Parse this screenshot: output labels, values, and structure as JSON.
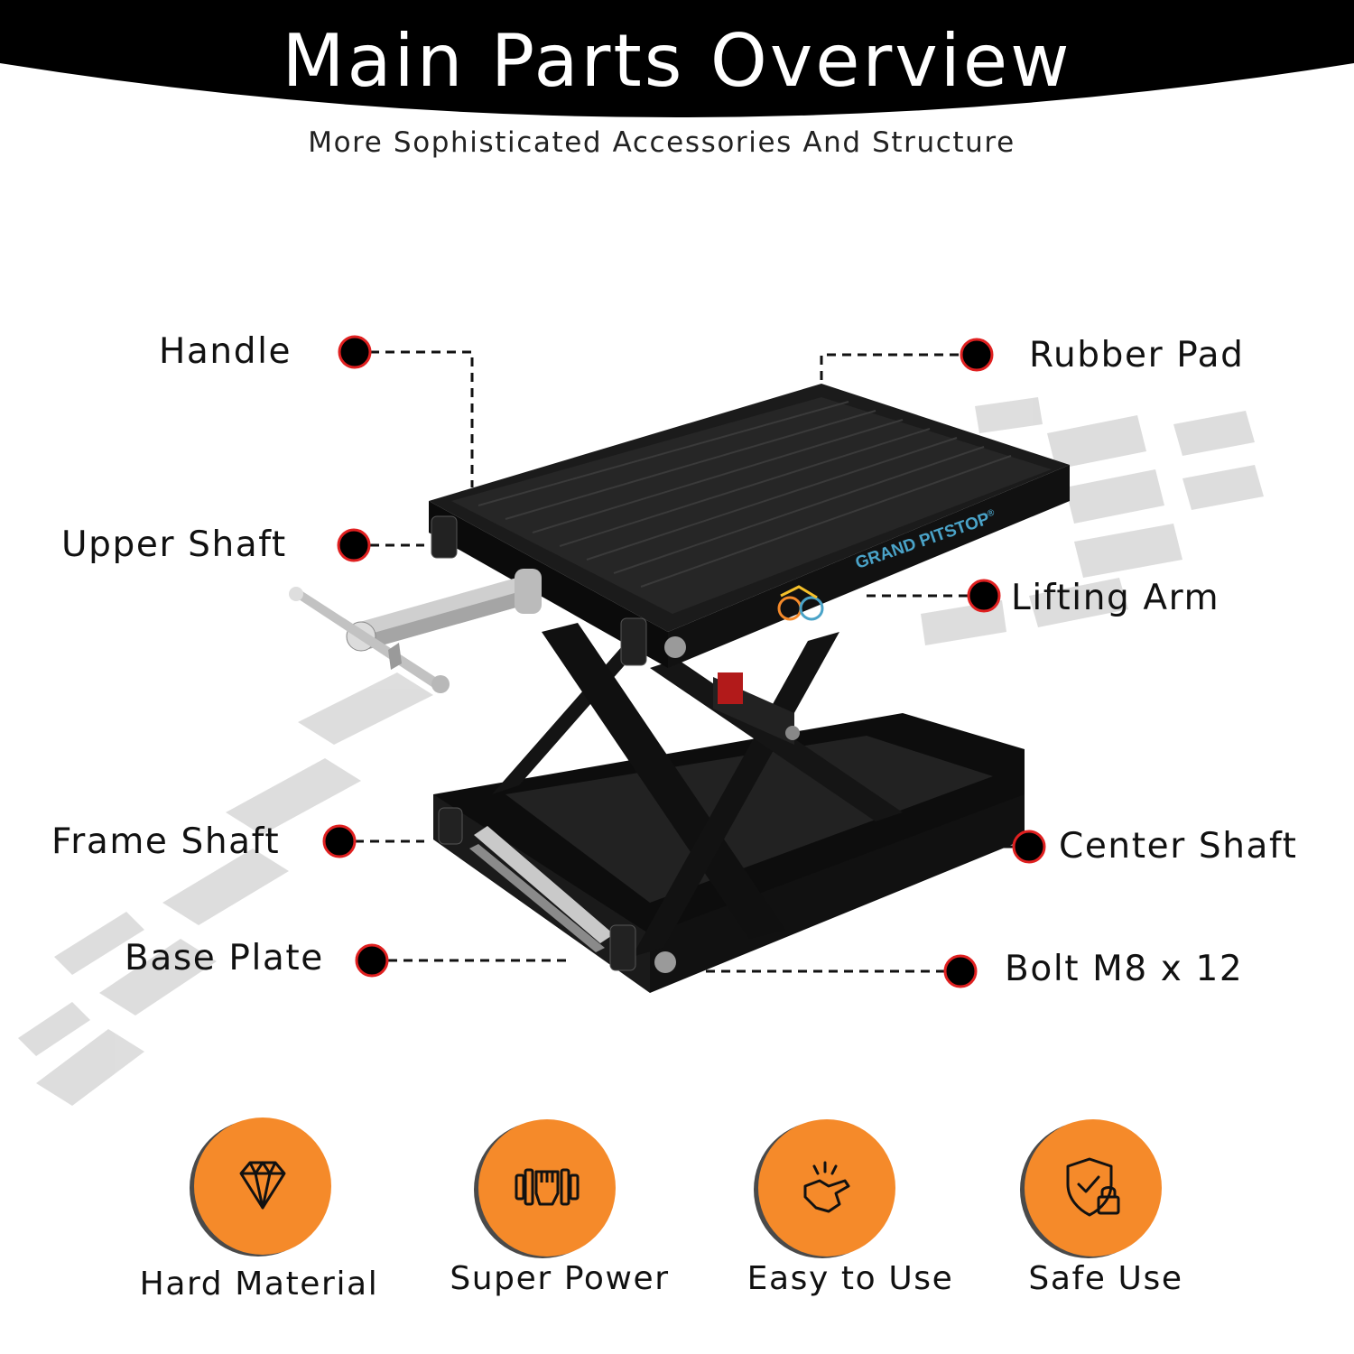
{
  "header": {
    "title": "Main Parts Overview",
    "subtitle": "More Sophisticated Accessories And Structure"
  },
  "product": {
    "brand": "GRAND PITSTOP",
    "brand_mark": "®"
  },
  "callouts": {
    "handle": "Handle",
    "upper_shaft": "Upper Shaft",
    "frame_shaft": "Frame Shaft",
    "base_plate": "Base Plate",
    "rubber_pad": "Rubber Pad",
    "lifting_arm": "Lifting Arm",
    "center_shaft": "Center Shaft",
    "bolt": "Bolt M8 x 12"
  },
  "features": [
    {
      "label": "Hard Material",
      "icon": "diamond-icon"
    },
    {
      "label": "Super Power",
      "icon": "dumbbell-fist-icon"
    },
    {
      "label": "Easy to Use",
      "icon": "hand-gesture-icon"
    },
    {
      "label": "Safe Use",
      "icon": "shield-lock-icon"
    }
  ],
  "colors": {
    "banner": "#000000",
    "accent_orange": "#f58a2a",
    "callout_dot": "#000000",
    "callout_ring": "#e02020"
  }
}
